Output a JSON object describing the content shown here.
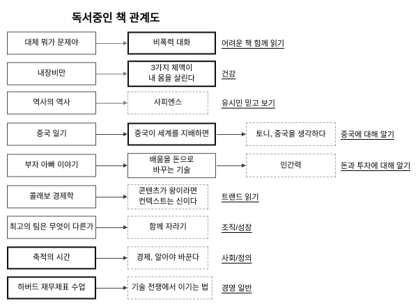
{
  "title": "독서중인 책 관계도",
  "rows": [
    {
      "source": "대체 뭐가 문제야",
      "target": "비폭력 대화",
      "label": "어려운 책 함께 읽기"
    },
    {
      "source": "내장비만",
      "target": "3가지 체액이\n내 몸을 살린다",
      "label": "건강"
    },
    {
      "source": "역사의 역사",
      "target": "사피엔스",
      "label": "유시민 믿고 보기"
    },
    {
      "source": "중국 일기",
      "target": "중국이 세계를 지배하면",
      "target2": "토니, 중국을 생각하다",
      "label": "중국에 대해 알기"
    },
    {
      "source": "부자 아빠 이야기",
      "target": "배움을 돈으로\n바꾸는 기술",
      "target2": "인간력",
      "label": "돈과 투자에 대해 알기"
    },
    {
      "source": "콜래보 경제학",
      "target": "콘텐츠가 왕이라면\n컨텍스트는 신이다",
      "label": "트랜드 읽기"
    },
    {
      "source": "최고의 팀은 무엇이 다른가",
      "target": "함께 자라기",
      "label": "조직/성장"
    },
    {
      "source": "축적의 시간",
      "target": "경제, 알아야 바꾼다",
      "label": "사회/정의"
    },
    {
      "source": "하버드 재무제표 수업",
      "target": "기술 전쟁에서 이기는 법",
      "label": "경영 일반"
    }
  ],
  "colors": {
    "background": "#ffffff",
    "text": "#000000",
    "solid_border": "#4d4d4d",
    "bold_border": "#0d0d0d",
    "dashed_border": "#a3a3a3",
    "arrow_dark": "#404040",
    "arrow_light": "#808080"
  }
}
